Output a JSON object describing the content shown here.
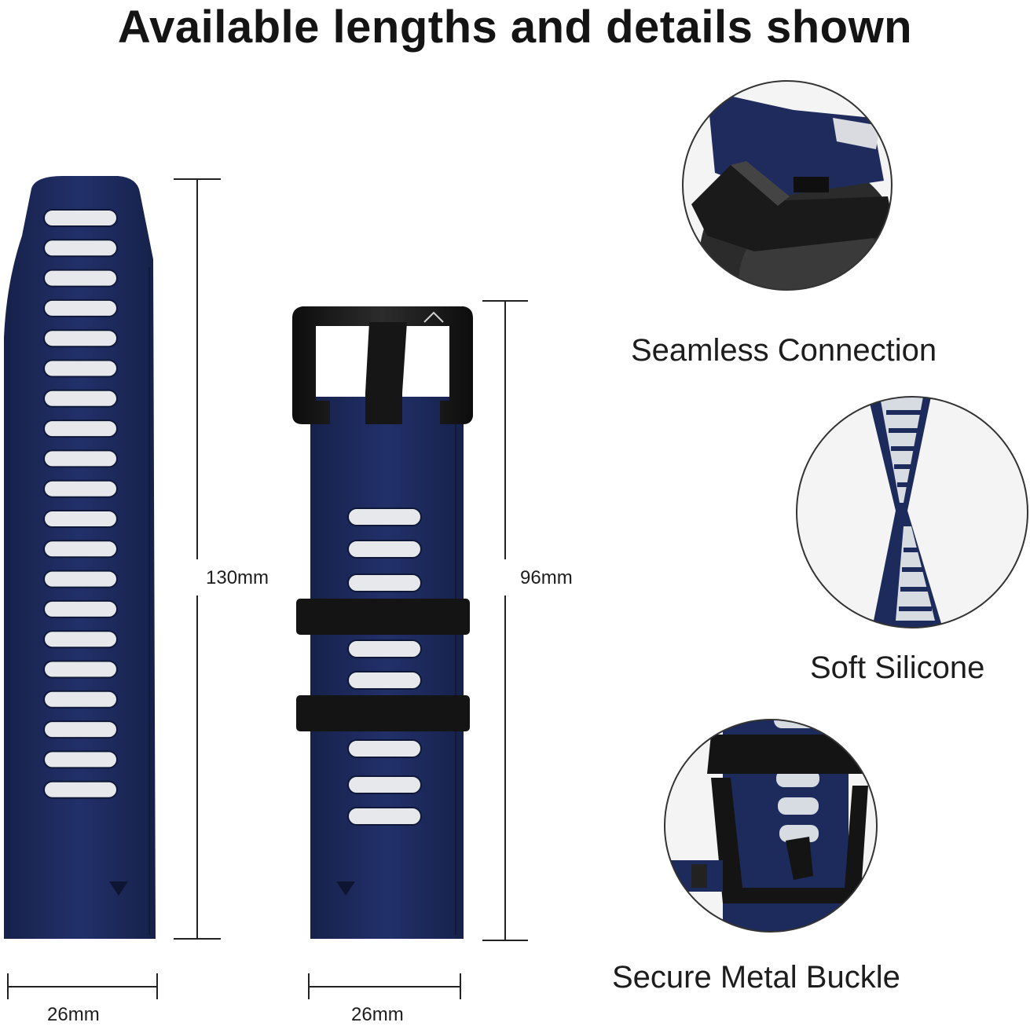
{
  "title": "Available lengths and details shown",
  "colors": {
    "strap_blue": "#1c2a58",
    "strap_highlight": "#2a3a70",
    "holes_white": "#e6e8ec",
    "buckle_black": "#161616",
    "dimension_lines": "#222222"
  },
  "dimensions": {
    "long_strap_length": "130mm",
    "short_strap_length": "96mm",
    "long_strap_width": "26mm",
    "short_strap_width": "26mm"
  },
  "features": [
    {
      "label": "Seamless Connection",
      "icon": "watch-lug-connection-closeup"
    },
    {
      "label": "Soft Silicone",
      "icon": "twisted-strap-closeup"
    },
    {
      "label": "Secure Metal Buckle",
      "icon": "buckle-closeup"
    }
  ],
  "long_strap": {
    "hole_count": 20
  },
  "short_strap": {
    "hole_count": 8,
    "keeper_loops": 2
  }
}
